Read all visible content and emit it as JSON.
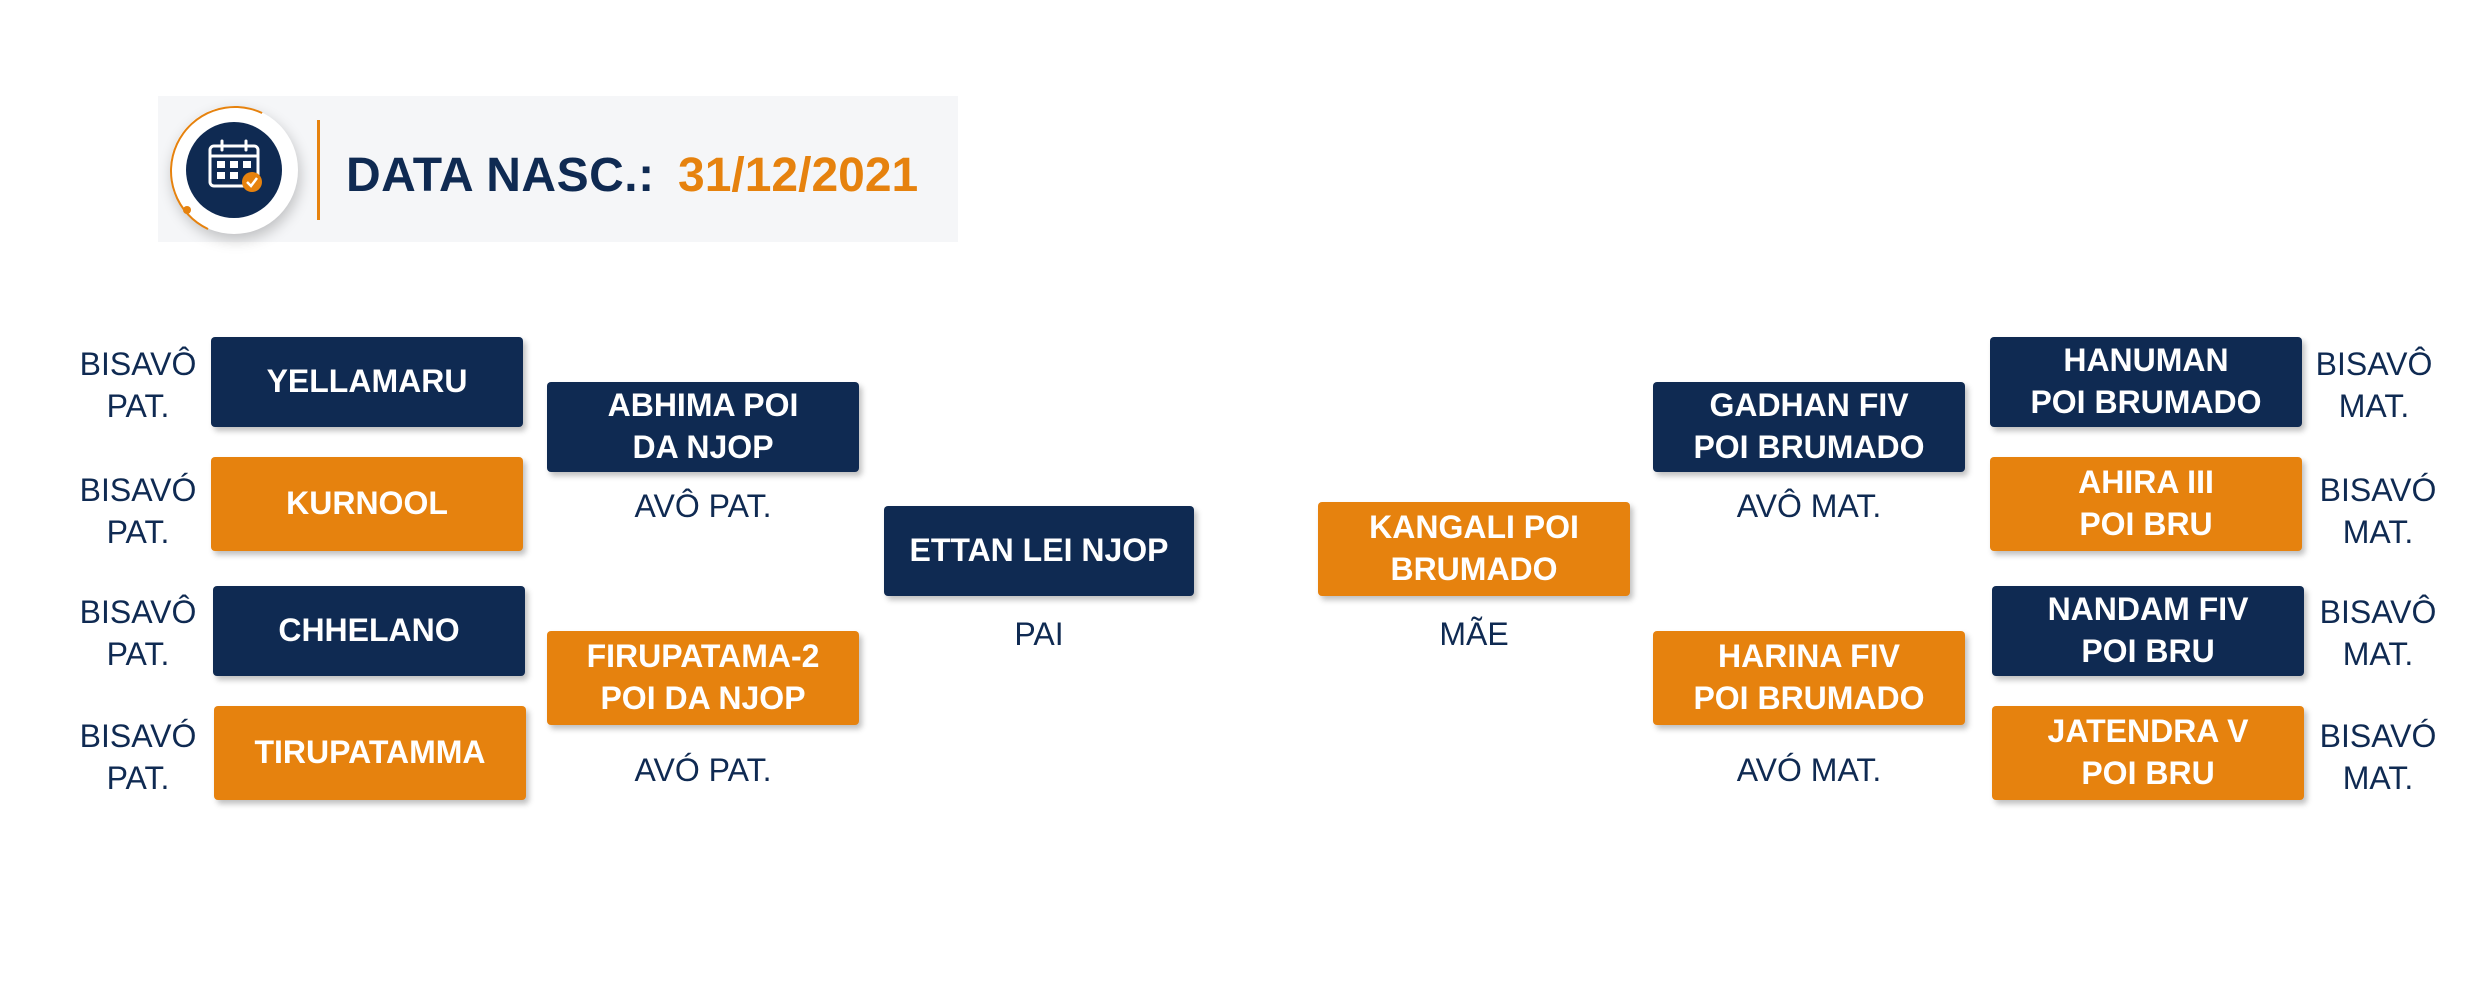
{
  "header": {
    "date_label": "DATA NASC.:",
    "date_value": "31/12/2021",
    "icon": "calendar-check-icon"
  },
  "colors": {
    "navy": "#0f2a52",
    "orange": "#e6820e"
  },
  "paternal": {
    "great_grandparents": [
      {
        "name": "YELLAMARU",
        "label": "BISAVÔ\nPAT."
      },
      {
        "name": "KURNOOL",
        "label": "BISAVÓ\nPAT."
      },
      {
        "name": "CHHELANO",
        "label": "BISAVÔ\nPAT."
      },
      {
        "name": "TIRUPATAMMA",
        "label": "BISAVÓ\nPAT."
      }
    ],
    "grandfather": {
      "name": "ABHIMA POI\nDA NJOP",
      "label": "AVÔ PAT."
    },
    "grandmother": {
      "name": "FIRUPATAMA-2\nPOI DA NJOP",
      "label": "AVÓ PAT."
    },
    "father": {
      "name": "ETTAN LEI NJOP",
      "label": "PAI"
    }
  },
  "maternal": {
    "mother": {
      "name": "KANGALI POI\nBRUMADO",
      "label": "MÃE"
    },
    "grandfather": {
      "name": "GADHAN FIV\nPOI BRUMADO",
      "label": "AVÔ MAT."
    },
    "grandmother": {
      "name": "HARINA FIV\nPOI BRUMADO",
      "label": "AVÓ MAT."
    },
    "great_grandparents": [
      {
        "name": "HANUMAN\nPOI BRUMADO",
        "label": "BISAVÔ\nMAT."
      },
      {
        "name": "AHIRA III\nPOI BRU",
        "label": "BISAVÓ\nMAT."
      },
      {
        "name": "NANDAM FIV\nPOI BRU",
        "label": "BISAVÔ\nMAT."
      },
      {
        "name": "JATENDRA V\nPOI BRU",
        "label": "BISAVÓ\nMAT."
      }
    ]
  }
}
